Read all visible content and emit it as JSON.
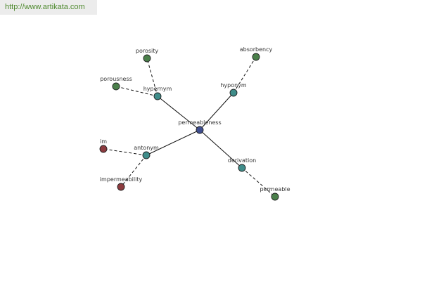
{
  "header": {
    "url": "http://www.artikata.com"
  },
  "graph": {
    "palette": {
      "center": "#3f4e8e",
      "relation": "#3f8d8a",
      "synonym": "#4a7f4a",
      "antonym_word": "#8c3b3f"
    },
    "nodes": [
      {
        "id": "permeableness",
        "label": "permeableness",
        "kind": "center"
      },
      {
        "id": "hypernym",
        "label": "hypernym",
        "kind": "relation"
      },
      {
        "id": "hyponym",
        "label": "hyponym",
        "kind": "relation"
      },
      {
        "id": "antonym",
        "label": "antonym",
        "kind": "relation"
      },
      {
        "id": "derivation",
        "label": "derivation",
        "kind": "relation"
      },
      {
        "id": "porosity",
        "label": "porosity",
        "kind": "synonym"
      },
      {
        "id": "porousness",
        "label": "porousness",
        "kind": "synonym"
      },
      {
        "id": "absorbency",
        "label": "absorbency",
        "kind": "synonym"
      },
      {
        "id": "im",
        "label": "im",
        "kind": "antonym_word"
      },
      {
        "id": "impermeability",
        "label": "impermeability",
        "kind": "antonym_word"
      },
      {
        "id": "permeable",
        "label": "permeable",
        "kind": "synonym"
      }
    ],
    "edges": [
      {
        "from": "permeableness",
        "to": "hypernym",
        "style": "solid"
      },
      {
        "from": "permeableness",
        "to": "hyponym",
        "style": "solid"
      },
      {
        "from": "permeableness",
        "to": "antonym",
        "style": "solid"
      },
      {
        "from": "permeableness",
        "to": "derivation",
        "style": "solid"
      },
      {
        "from": "hypernym",
        "to": "porosity",
        "style": "dashed"
      },
      {
        "from": "hypernym",
        "to": "porousness",
        "style": "dashed"
      },
      {
        "from": "hyponym",
        "to": "absorbency",
        "style": "dashed"
      },
      {
        "from": "antonym",
        "to": "im",
        "style": "dashed"
      },
      {
        "from": "antonym",
        "to": "impermeability",
        "style": "dashed"
      },
      {
        "from": "derivation",
        "to": "permeable",
        "style": "dashed"
      }
    ]
  }
}
